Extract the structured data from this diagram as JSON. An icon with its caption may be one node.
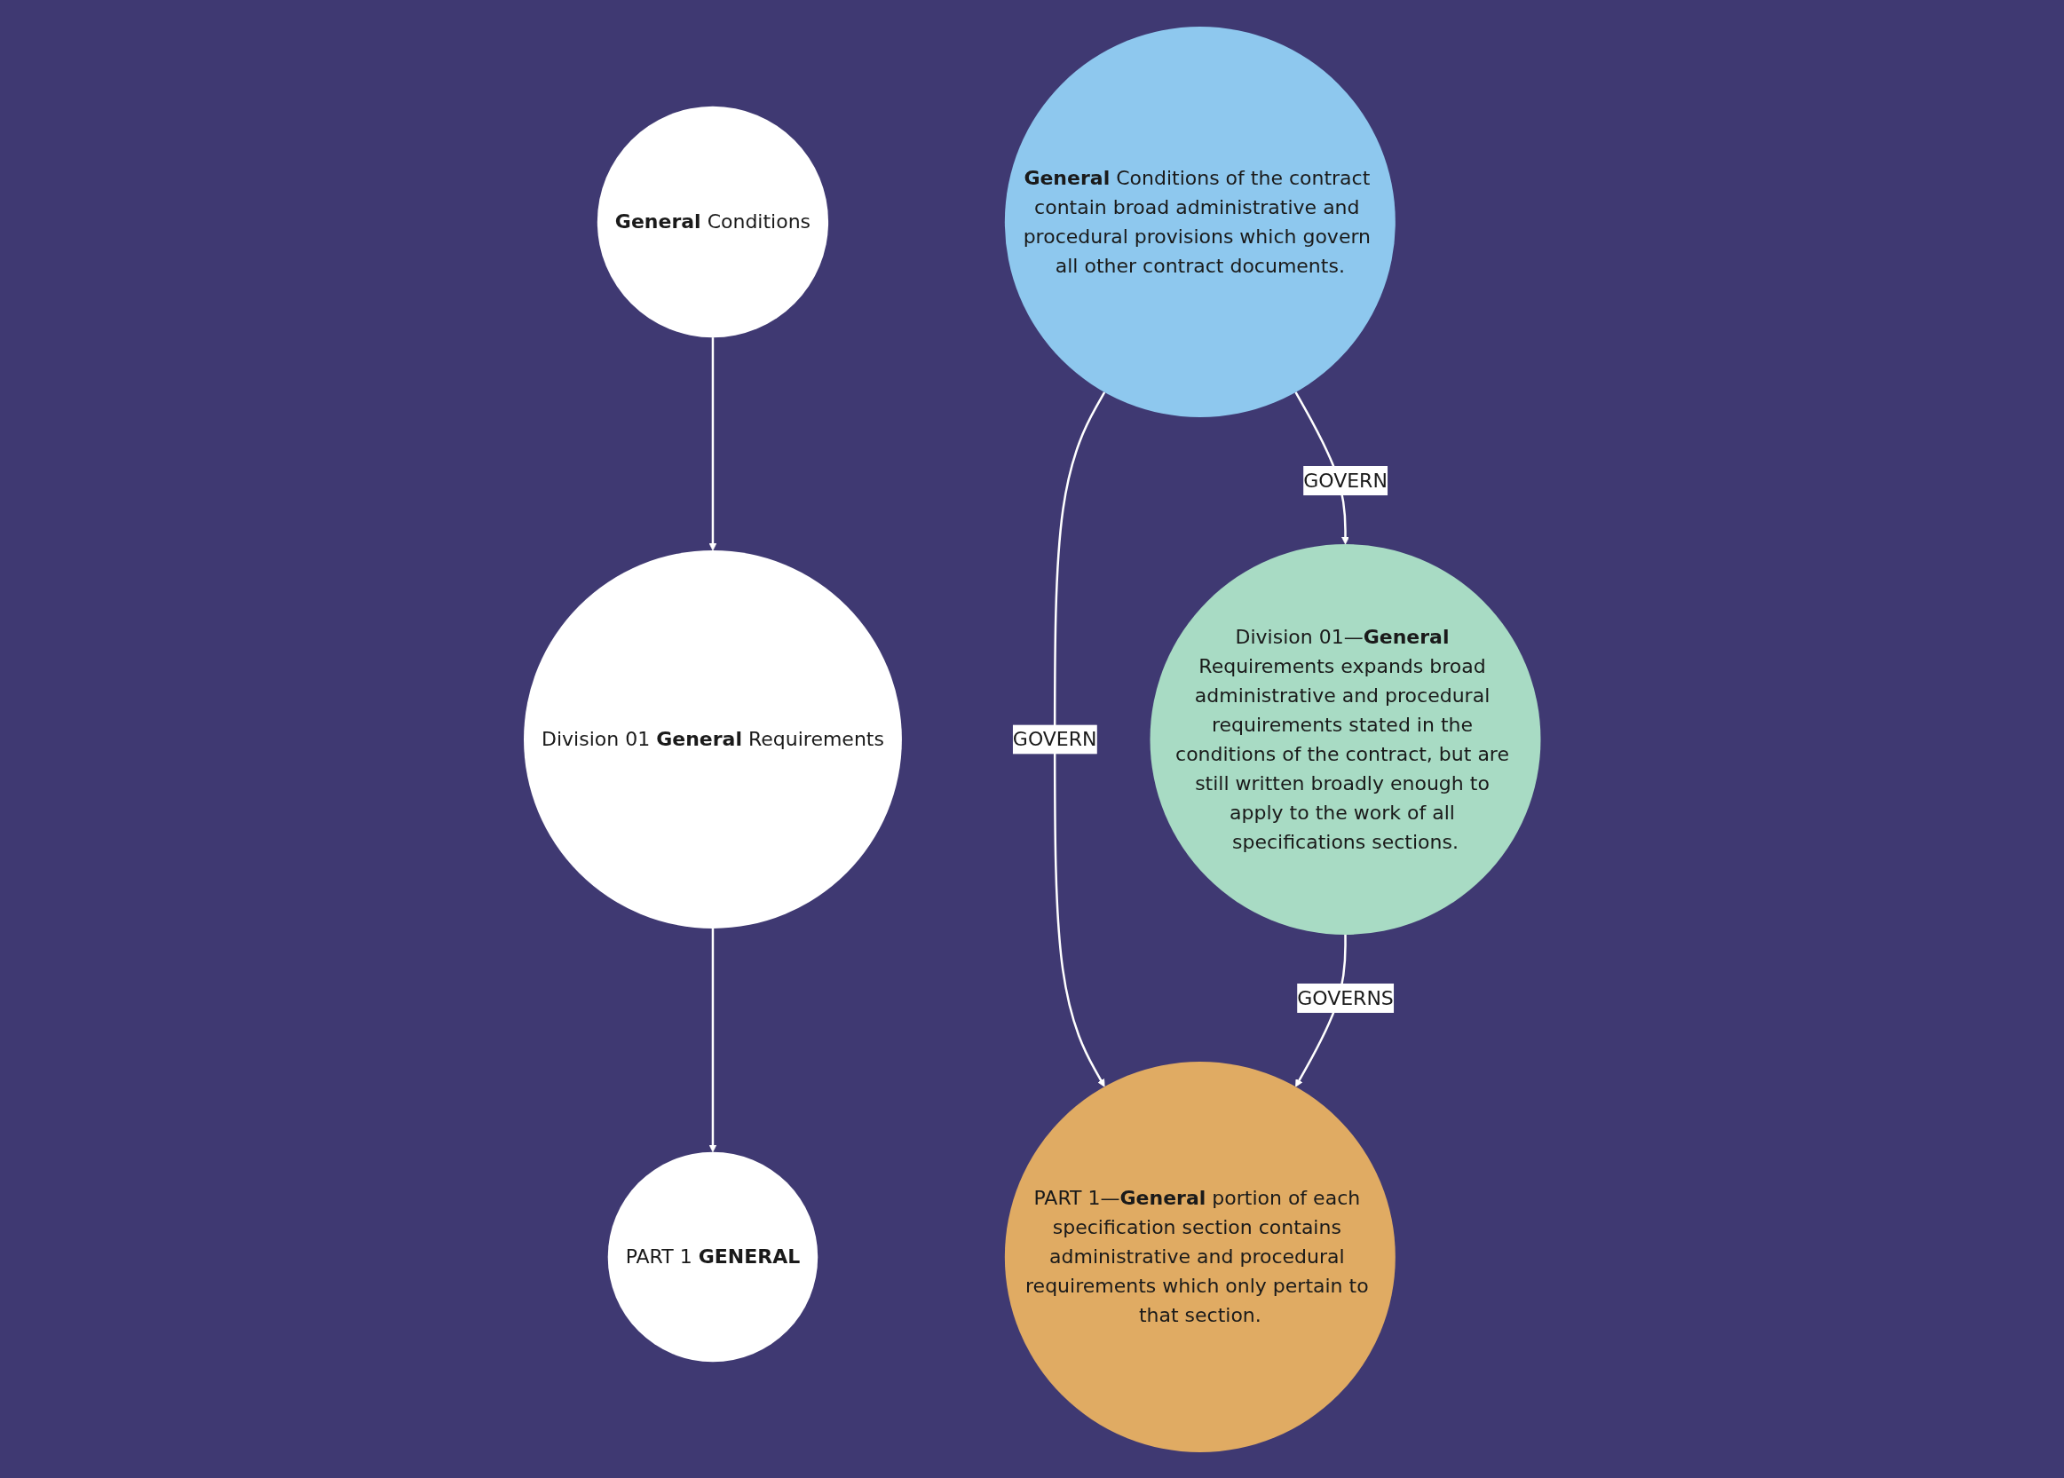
{
  "diagram": {
    "nodes": [
      {
        "text": [
          "**General** Conditions"
        ]
      },
      {
        "text": [
          "Division 01 **General** Requirements"
        ]
      },
      {
        "text": [
          "PART 1 **GENERAL**"
        ]
      },
      {
        "text": [
          "**General** Conditions of the contract contain broad administrative and procedural provisions which govern all other contract documents."
        ]
      },
      {
        "text": [
          "Division 01—**General** Requirements expands broad administrative and procedural requirements stated in the conditions of the contract, but are still written broadly enough to apply to the work of all specifications sections."
        ]
      },
      {
        "text": [
          "PART 1—**General** portion of each specification section contains administrative and procedural requirements which only pertain to that section."
        ]
      }
    ],
    "edges": [
      {
        "from": 0,
        "to": 1,
        "arrow": "to"
      },
      {
        "from": 1,
        "to": 2,
        "arrow": "to"
      },
      {
        "from": 3,
        "to": 4,
        "arrow": "to",
        "label": "GOVERN"
      },
      {
        "from": 3,
        "to": 5,
        "arrow": "to",
        "label": "GOVERN"
      },
      {
        "from": 4,
        "to": 5,
        "arrow": "to",
        "label": "GOVERNS"
      }
    ]
  }
}
